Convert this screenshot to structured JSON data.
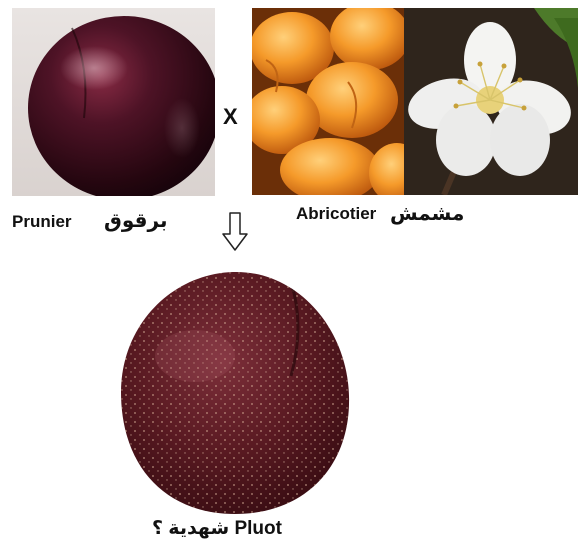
{
  "labels": {
    "cross": "X",
    "prunier_fr": "Prunier",
    "prunier_ar": "برقوق",
    "abricotier_fr": "Abricotier",
    "abricotier_ar": "مشمش",
    "result": "شهدية ؟ Pluot"
  },
  "icons": {
    "arrow": "down-arrow-outline"
  },
  "colors": {
    "plum": "#3a0f1e",
    "apricot": "#f08a1e",
    "blossom": "#ffffff",
    "pluot": "#5a1a22",
    "text": "#111111"
  }
}
